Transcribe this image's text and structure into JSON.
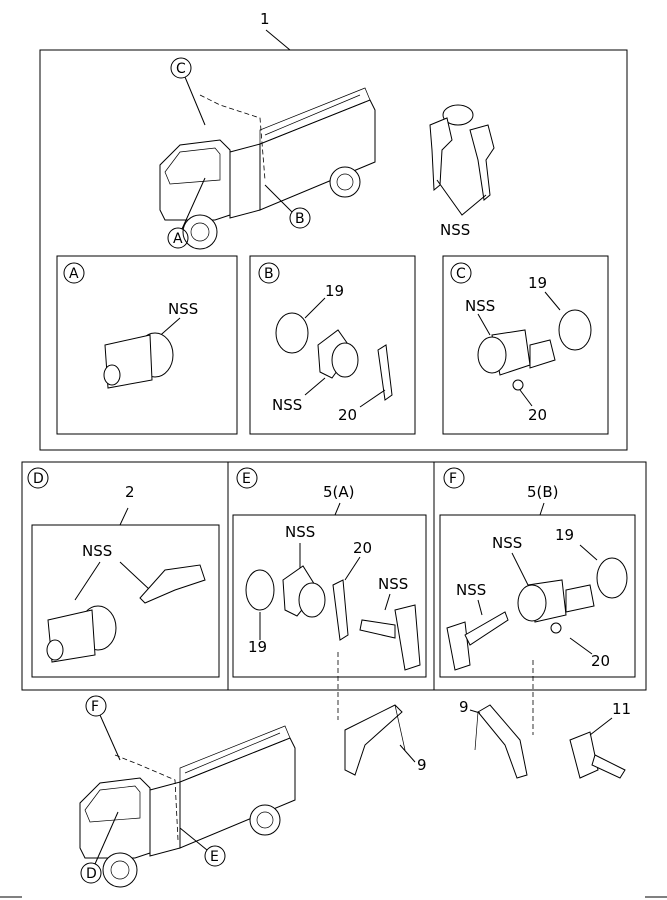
{
  "callouts": {
    "kit": "1",
    "key_set_d": "2",
    "lock_a": "5(A)",
    "lock_b": "5(B)",
    "striker_left": "9",
    "striker_right": "9",
    "key_blank": "11",
    "gasket_b": "19",
    "gasket_c": "19",
    "gasket_e": "19",
    "gasket_f": "19",
    "clip_b": "20",
    "clip_c": "20",
    "clip_e": "20",
    "clip_f": "20"
  },
  "nss": {
    "keys_top": "NSS",
    "panel_a": "NSS",
    "panel_b": "NSS",
    "panel_c": "NSS",
    "panel_d": "NSS",
    "panel_e_cyl": "NSS",
    "panel_e_key": "NSS",
    "panel_f_cyl": "NSS",
    "panel_f_key": "NSS"
  },
  "panel_letters": {
    "a": "A",
    "b": "B",
    "c": "C",
    "d": "D",
    "e": "E",
    "f": "F"
  },
  "truck_markers": {
    "top_c": "C",
    "top_a": "A",
    "top_b": "B",
    "bottom_f": "F",
    "bottom_d": "D",
    "bottom_e": "E"
  }
}
